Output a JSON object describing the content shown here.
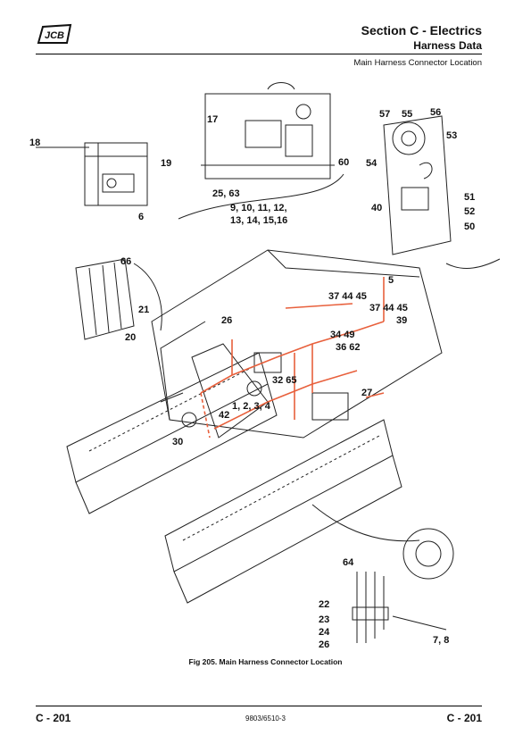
{
  "header": {
    "brand": "JCB",
    "section_title": "Section C - Electrics",
    "subsection": "Harness Data",
    "page_caption": "Main Harness Connector Location"
  },
  "figure": {
    "caption": "Fig 205. Main Harness Connector Location",
    "harness_color": "#e8603c",
    "callouts": [
      "17",
      "18",
      "19",
      "6",
      "25, 63",
      "9, 10, 11, 12,",
      "13, 14, 15,16",
      "60",
      "57",
      "55",
      "56",
      "53",
      "54",
      "51",
      "40",
      "52",
      "50",
      "66",
      "21",
      "20",
      "26",
      "5",
      "37 44 45",
      "37 44 45",
      "39",
      "34 49",
      "36 62",
      "32 65",
      "27",
      "1, 2, 3, 4",
      "42",
      "30",
      "64",
      "22",
      "23",
      "24",
      "26",
      "7, 8"
    ]
  },
  "footer": {
    "page_left": "C - 201",
    "doc_number": "9803/6510-3",
    "page_right": "C - 201"
  }
}
